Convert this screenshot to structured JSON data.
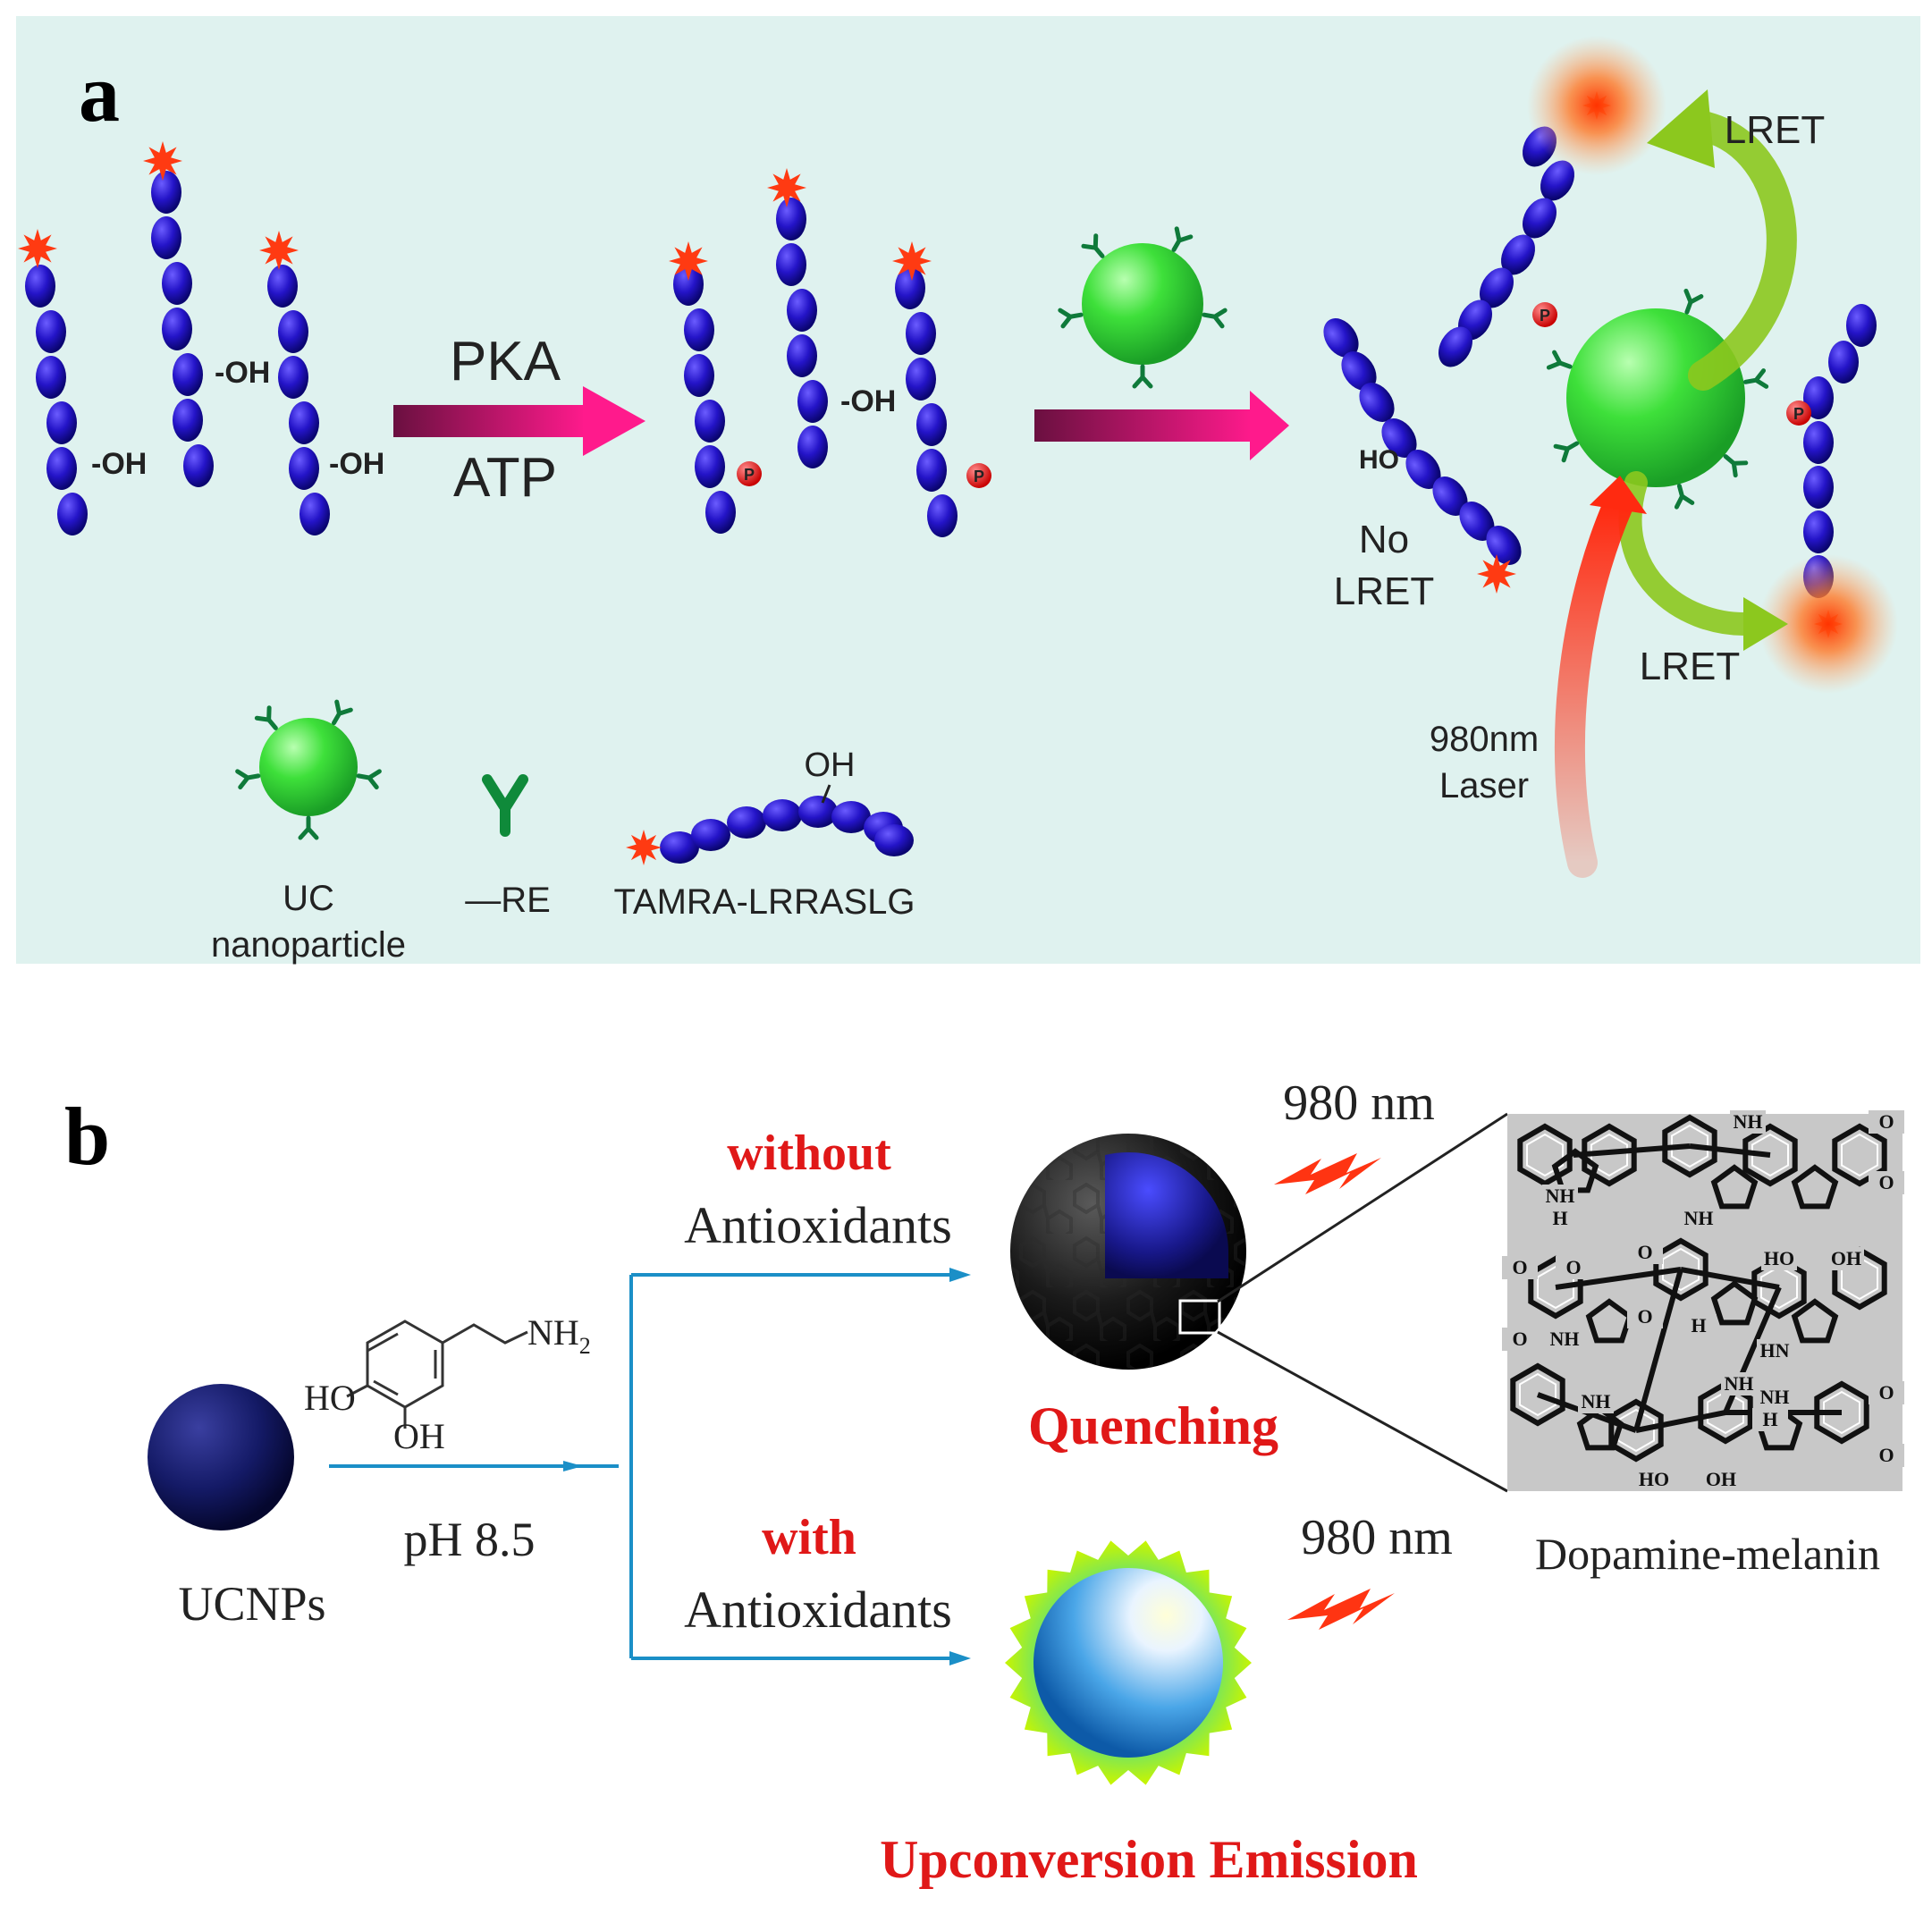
{
  "panel_a": {
    "label": "a",
    "step1_top": "PKA",
    "step1_bottom": "ATP",
    "oh": "-OH",
    "ho": "HO",
    "phospho": "P",
    "no_lret": [
      "No",
      "LRET"
    ],
    "lret_top": "LRET",
    "lret_bottom": "LRET",
    "laser": [
      "980nm",
      "Laser"
    ],
    "legend": {
      "uc_label": [
        "UC",
        "nanoparticle"
      ],
      "re_label": "—RE",
      "peptide_label": "TAMRA-LRRASLG",
      "peptide_oh": "OH"
    }
  },
  "panel_b": {
    "label": "b",
    "ucnps": "UCNPs",
    "ph": "pH 8.5",
    "dopamine": {
      "nh2": "NH",
      "nh2_sub": "2",
      "ho": "HO",
      "oh": "OH"
    },
    "top_branch": {
      "red": "without",
      "black": "Antioxidants"
    },
    "bottom_branch": {
      "red": "with",
      "black": "Antioxidants"
    },
    "wavelength_top": "980 nm",
    "wavelength_bottom": "980 nm",
    "quenching": "Quenching",
    "emission": "Upconversion Emission",
    "melanin_caption": "Dopamine-melanin",
    "melanin_labels": {
      "nh": "NH",
      "hn": "HN",
      "h": "H",
      "ho": "HO",
      "oh": "OH",
      "o": "O"
    }
  },
  "colors": {
    "panel_a_bg": "#dff2ef",
    "bead": "#1d10c4",
    "fluorophore": "#ff3a12",
    "uc_green": "#3fdc3f",
    "arrow_magenta": "#e8177c",
    "branch_blue": "#1b8fc7",
    "label_red": "#e01818",
    "lret_arrow": "#8cc81e",
    "laser_arrow": "#ff3412"
  }
}
